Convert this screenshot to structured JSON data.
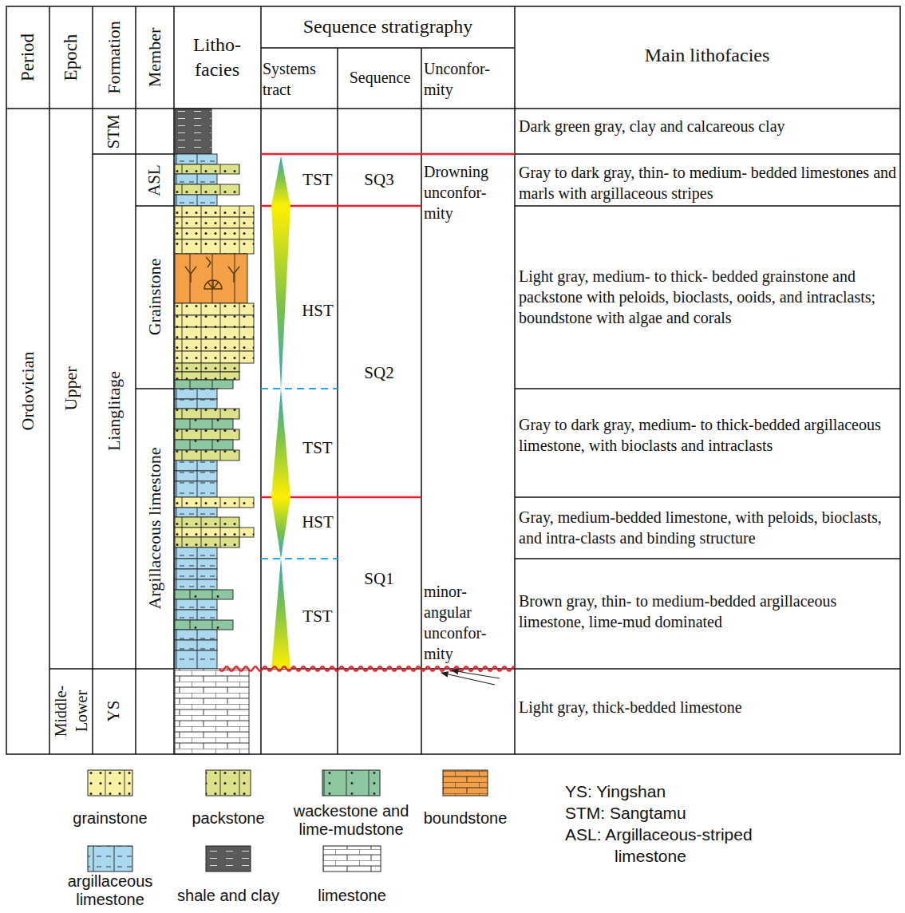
{
  "diagram": {
    "labels": [
      "Period",
      "Epoch",
      "Formation",
      "Member",
      "Litho- facies",
      "Sequence stratigraphy",
      "Systems tract",
      "Sequence",
      "Unconfor- mity",
      "Main lithofacies",
      "Ordovician",
      "Upper",
      "STM",
      "Dark green gray, clay and calcareous clay",
      "Lianglitage",
      "ASL",
      "TST",
      "SQ3",
      "Drowning unconfor- mity",
      "Gray to dark gray, thin- to medium- bedded limestones and marls with argillaceous stripes",
      "Grainstone",
      "HST",
      "SQ2",
      "Light gray, medium- to thick- bedded grainstone and packstone with peloids, bioclasts, ooids, and intraclasts; boundstone with algae and corals",
      "Argillaceous limestone",
      "TST",
      "Gray to dark gray, medium- to thick-bedded argillaceous limestone, with bioclasts and intraclasts",
      "HST",
      "Gray, medium-bedded limestone, with peloids, bioclasts, and intra-clasts and binding structure",
      "SQ1",
      "TST",
      "minor- angular unconfor- mity",
      "Brown gray, thin- to medium-bedded argillaceous limestone, lime-mud dominated",
      "Middle- Lower",
      "YS",
      "Light gray, thick-bedded limestone",
      "YS: Yingshan",
      "STM: Sangtamu",
      "ASL: Argillaceous-striped limestone"
    ],
    "legend": [
      {
        "text": "grainstone",
        "color": "#f8f1a4"
      },
      {
        "text": "packstone",
        "color": "#dde28a"
      },
      {
        "text": "wackestone and lime-mudstone",
        "color": "#8cc7a0"
      },
      {
        "text": "boundstone",
        "color": "#f3a046"
      },
      {
        "text": "argillaceous limestone",
        "color": "#a9d8ef"
      },
      {
        "text": "shale and clay",
        "color": "#5a5a5a"
      },
      {
        "text": "limestone",
        "color": "#ffffff"
      }
    ]
  }
}
